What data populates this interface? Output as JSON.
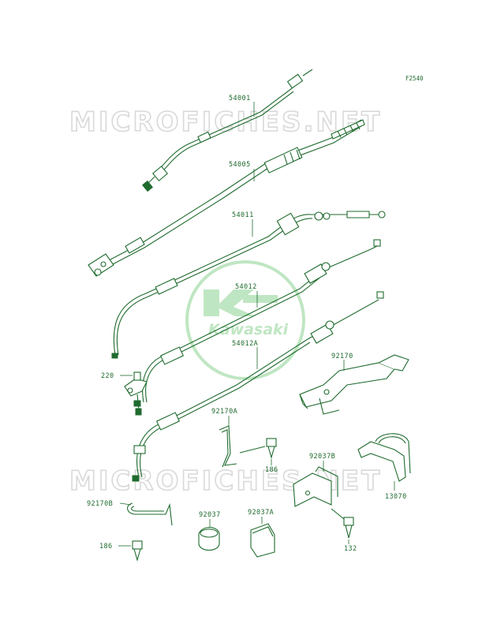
{
  "figure_code": "F2540",
  "watermark": "MICROFICHES.NET",
  "logo_text": "Kawasaki",
  "parts": {
    "p54001": "54001",
    "p54005": "54005",
    "p54011": "54011",
    "p54012": "54012",
    "p54012A": "54012A",
    "p220": "220",
    "p92170": "92170",
    "p92170A": "92170A",
    "p186a": "186",
    "p92037B": "92037B",
    "p13070": "13070",
    "p92170B": "92170B",
    "p92037": "92037",
    "p92037A": "92037A",
    "p186b": "186",
    "p132": "132"
  },
  "colors": {
    "line": "#1f6b2e",
    "watermark": "#d9d9d9",
    "logo": "#bfe6c2"
  }
}
